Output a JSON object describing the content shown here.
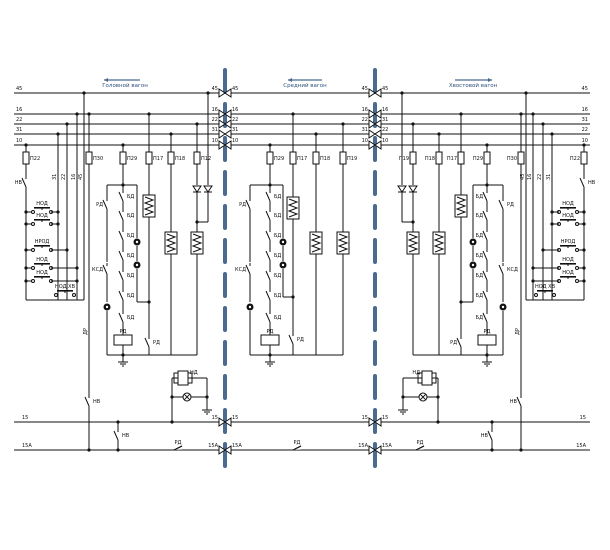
{
  "cars": {
    "head": "Головной вагон",
    "middle": "Средний вагон",
    "tail": "Хвостовой вагон"
  },
  "buses": {
    "left_car": [
      "45",
      "16",
      "22",
      "31",
      "10"
    ],
    "right_car": [
      "45",
      "16",
      "31",
      "22",
      "10"
    ],
    "line_15": "15",
    "line_15a": "15А"
  },
  "fuses": {
    "head": [
      "П22",
      "П30",
      "П29",
      "П17",
      "П18",
      "П12"
    ],
    "middle": [
      "П29",
      "П17",
      "П18",
      "П19"
    ],
    "tail": [
      "П22",
      "П30",
      "П29",
      "П17",
      "П18",
      "П19"
    ]
  },
  "wire_labels": [
    "31",
    "22",
    "16",
    "45",
    "10"
  ],
  "components": {
    "door_contact": "БД",
    "door_relay": "РД",
    "door_button": "НОД",
    "door_reverse_button": "НРОД",
    "tail_door_button": "НОД ХВ",
    "signal_button": "КСД",
    "switch": "НВ",
    "indicator_relay": "НД",
    "wire_dr": "ДР"
  }
}
